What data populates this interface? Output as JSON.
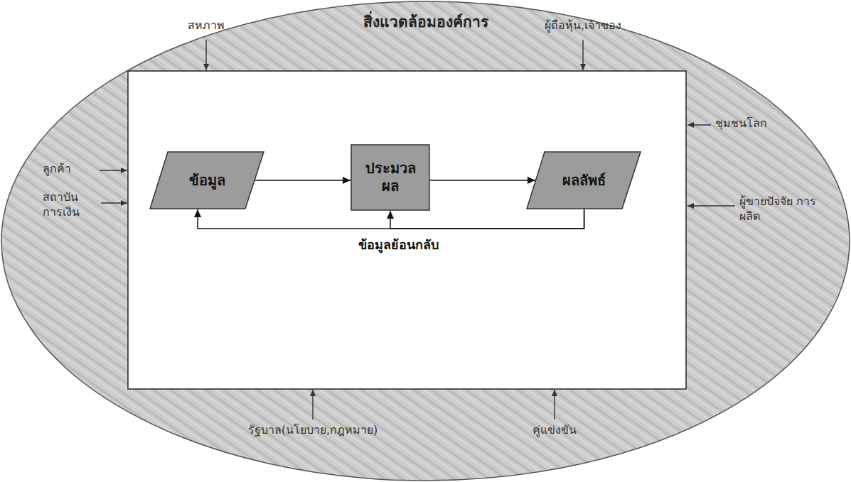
{
  "diagram": {
    "nodes": [
      {
        "text": [
          "สิ่งแวดล้อมองค์การ"
        ]
      },
      {
        "text": [
          "ข้อมูล"
        ],
        "in": 0
      },
      {
        "text": [
          "ประมวล ผล"
        ],
        "in": 0
      },
      {
        "text": [
          "ผลลัพธ์"
        ],
        "in": 0
      }
    ],
    "edges": [
      {
        "from": 1,
        "to": 2,
        "arrow": "to"
      },
      {
        "from": 2,
        "to": 3,
        "arrow": "to"
      },
      {
        "from": 3,
        "to": 1,
        "label": "ข้อมูลย้อนกลับ",
        "arrow": "to"
      },
      {
        "from": 3,
        "to": 2,
        "arrow": "to"
      }
    ],
    "labels": [
      "สหภาพ",
      "ผู้ถือหุ้น,เจ้าของ",
      "ชุมชนโลก",
      "ลูกค้า",
      "สถาบัน การเงิน",
      "ผู้ขายปัจจัย การผลิต",
      "รัฐบาล(นโยบาย,กฎหมาย)",
      "คู่แข่งขัน"
    ]
  }
}
